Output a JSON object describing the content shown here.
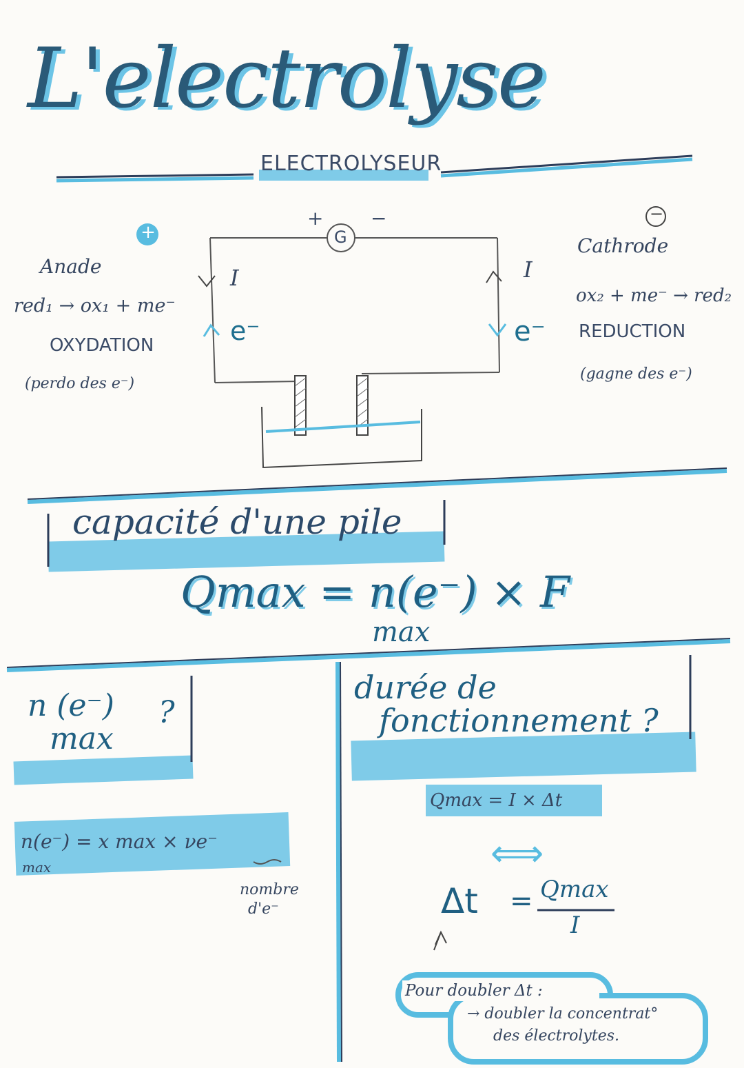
{
  "page": {
    "title": "L'electrolyse",
    "section_title": "ELECTROLYSEUR",
    "accent": "#58bce0",
    "ink": "#3a4a66"
  },
  "anode": {
    "sign": "+",
    "label": "Anade",
    "equation": "red₁ → ox₁ + me⁻",
    "process": "OXYDATION",
    "note": "(perdo des e⁻)"
  },
  "cathode": {
    "sign": "−",
    "label": "Cathrode",
    "equation": "ox₂ + me⁻ → red₂",
    "process": "REDUCTION",
    "note": "(gagne des e⁻)"
  },
  "circuit": {
    "plus": "+",
    "generator": "G",
    "minus": "−",
    "current_left": "I",
    "current_right": "I",
    "electron_left": "e⁻",
    "electron_right": "e⁻"
  },
  "capacity": {
    "heading": "capacité d'une pile",
    "formula": "Qmax = n(e⁻) × F",
    "formula_sub": "max"
  },
  "left_panel": {
    "question_line1": "n (e⁻)",
    "question_line2": "max",
    "question_mark": "?",
    "formula": "n(e⁻) = x max × νe⁻",
    "formula_sub": "max",
    "annotation_line1": "nombre",
    "annotation_line2": "d'e⁻"
  },
  "right_panel": {
    "question_line1": "durée de",
    "question_line2": "fonctionnement ?",
    "formula1": "Qmax = I × Δt",
    "equivalence": "⟺",
    "delta_t": "Δt",
    "equals": "=",
    "numerator": "Qmax",
    "denominator": "I",
    "note_line1": "Pour doubler Δt :",
    "note_line2": "→ doubler la concentrat°",
    "note_line3": "des électrolytes."
  }
}
